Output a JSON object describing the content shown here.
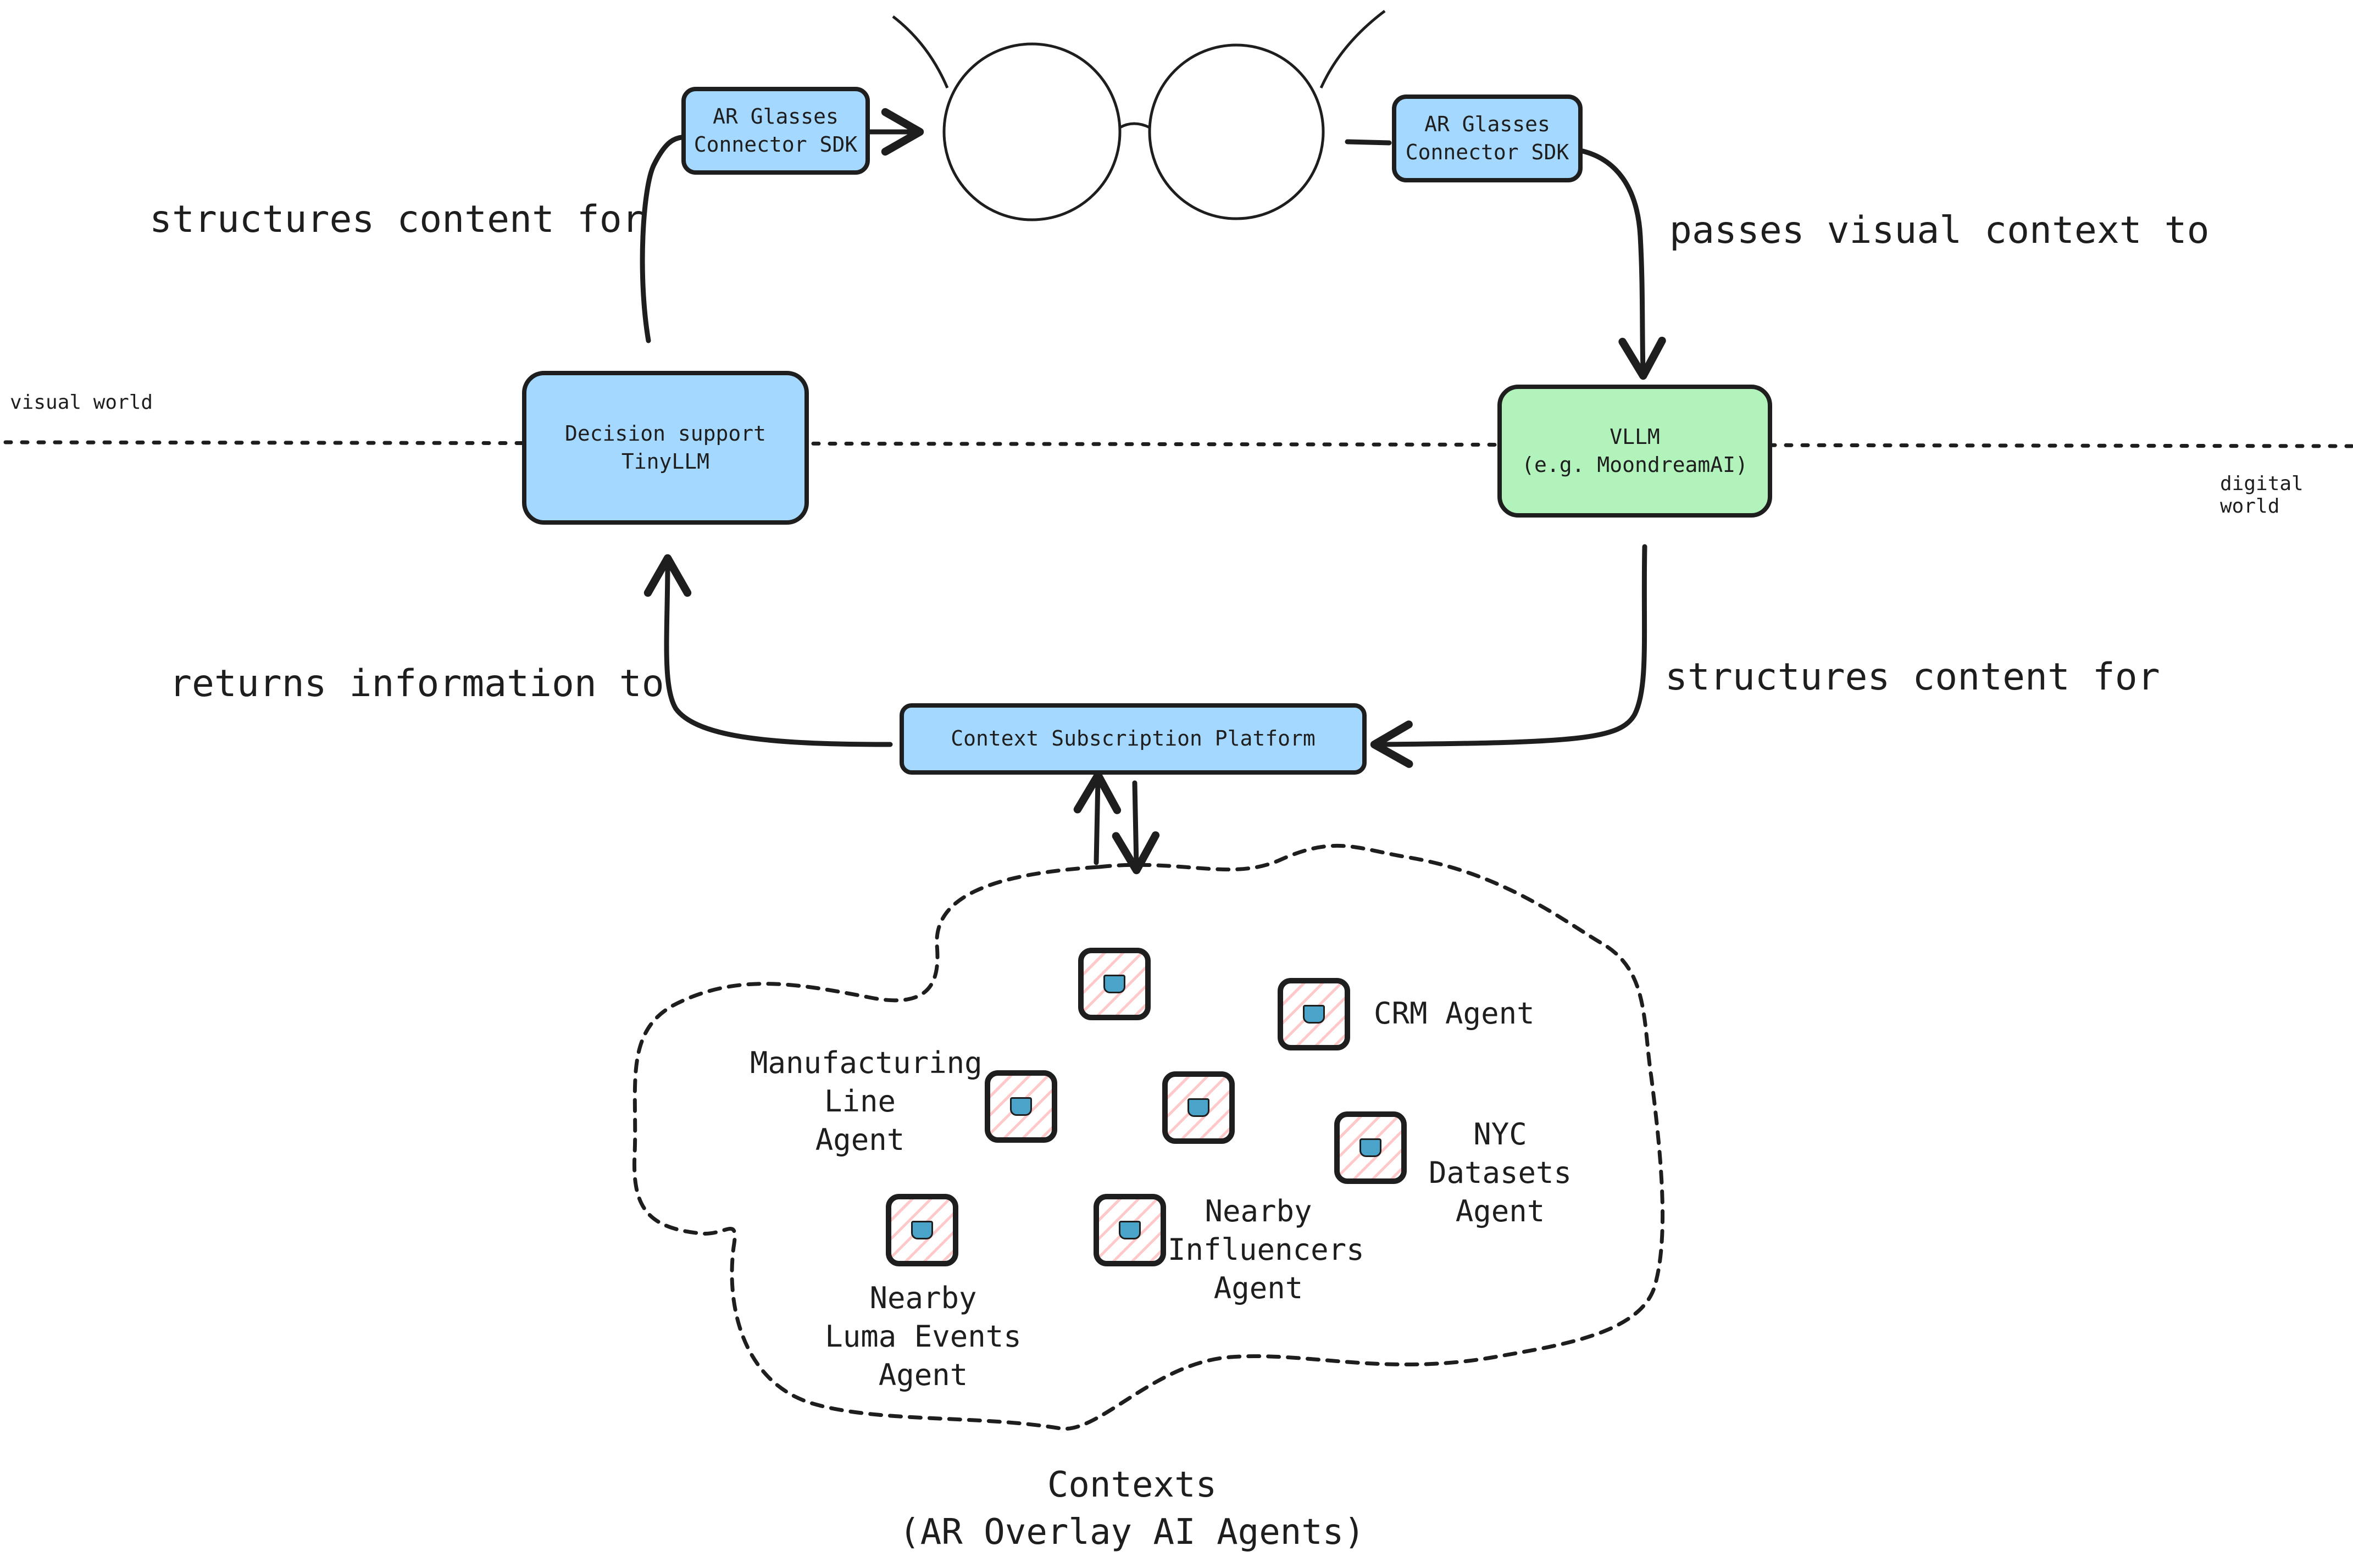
{
  "glasses_left_sdk": "AR Glasses\nConnector SDK",
  "glasses_right_sdk": "AR Glasses\nConnector SDK",
  "decision_support": "Decision support\nTinyLLM",
  "vllm": "VLLM\n(e.g. MoondreamAI)",
  "context_platform": "Context Subscription Platform",
  "edge_labels": {
    "top_left": "structures content for",
    "top_right": "passes visual context to",
    "bottom_left": "returns information to",
    "bottom_right": "structures content for"
  },
  "zones": {
    "visual": "visual world",
    "digital": "digital world"
  },
  "agents": {
    "crm": "CRM Agent",
    "manufacturing": "Manufacturing\nLine\nAgent",
    "nyc": "NYC\nDatasets\nAgent",
    "influencers": "Nearby\nInfluencers\nAgent",
    "luma": "Nearby\nLuma Events\nAgent"
  },
  "contexts_title": "Contexts\n(AR Overlay AI Agents)",
  "colors": {
    "blue": "#a5d8ff",
    "green": "#b2f2bb",
    "stroke": "#1e1e1e",
    "hatch": "#ffc9c9"
  },
  "icons": [
    "glasses-icon",
    "basket-icon"
  ]
}
